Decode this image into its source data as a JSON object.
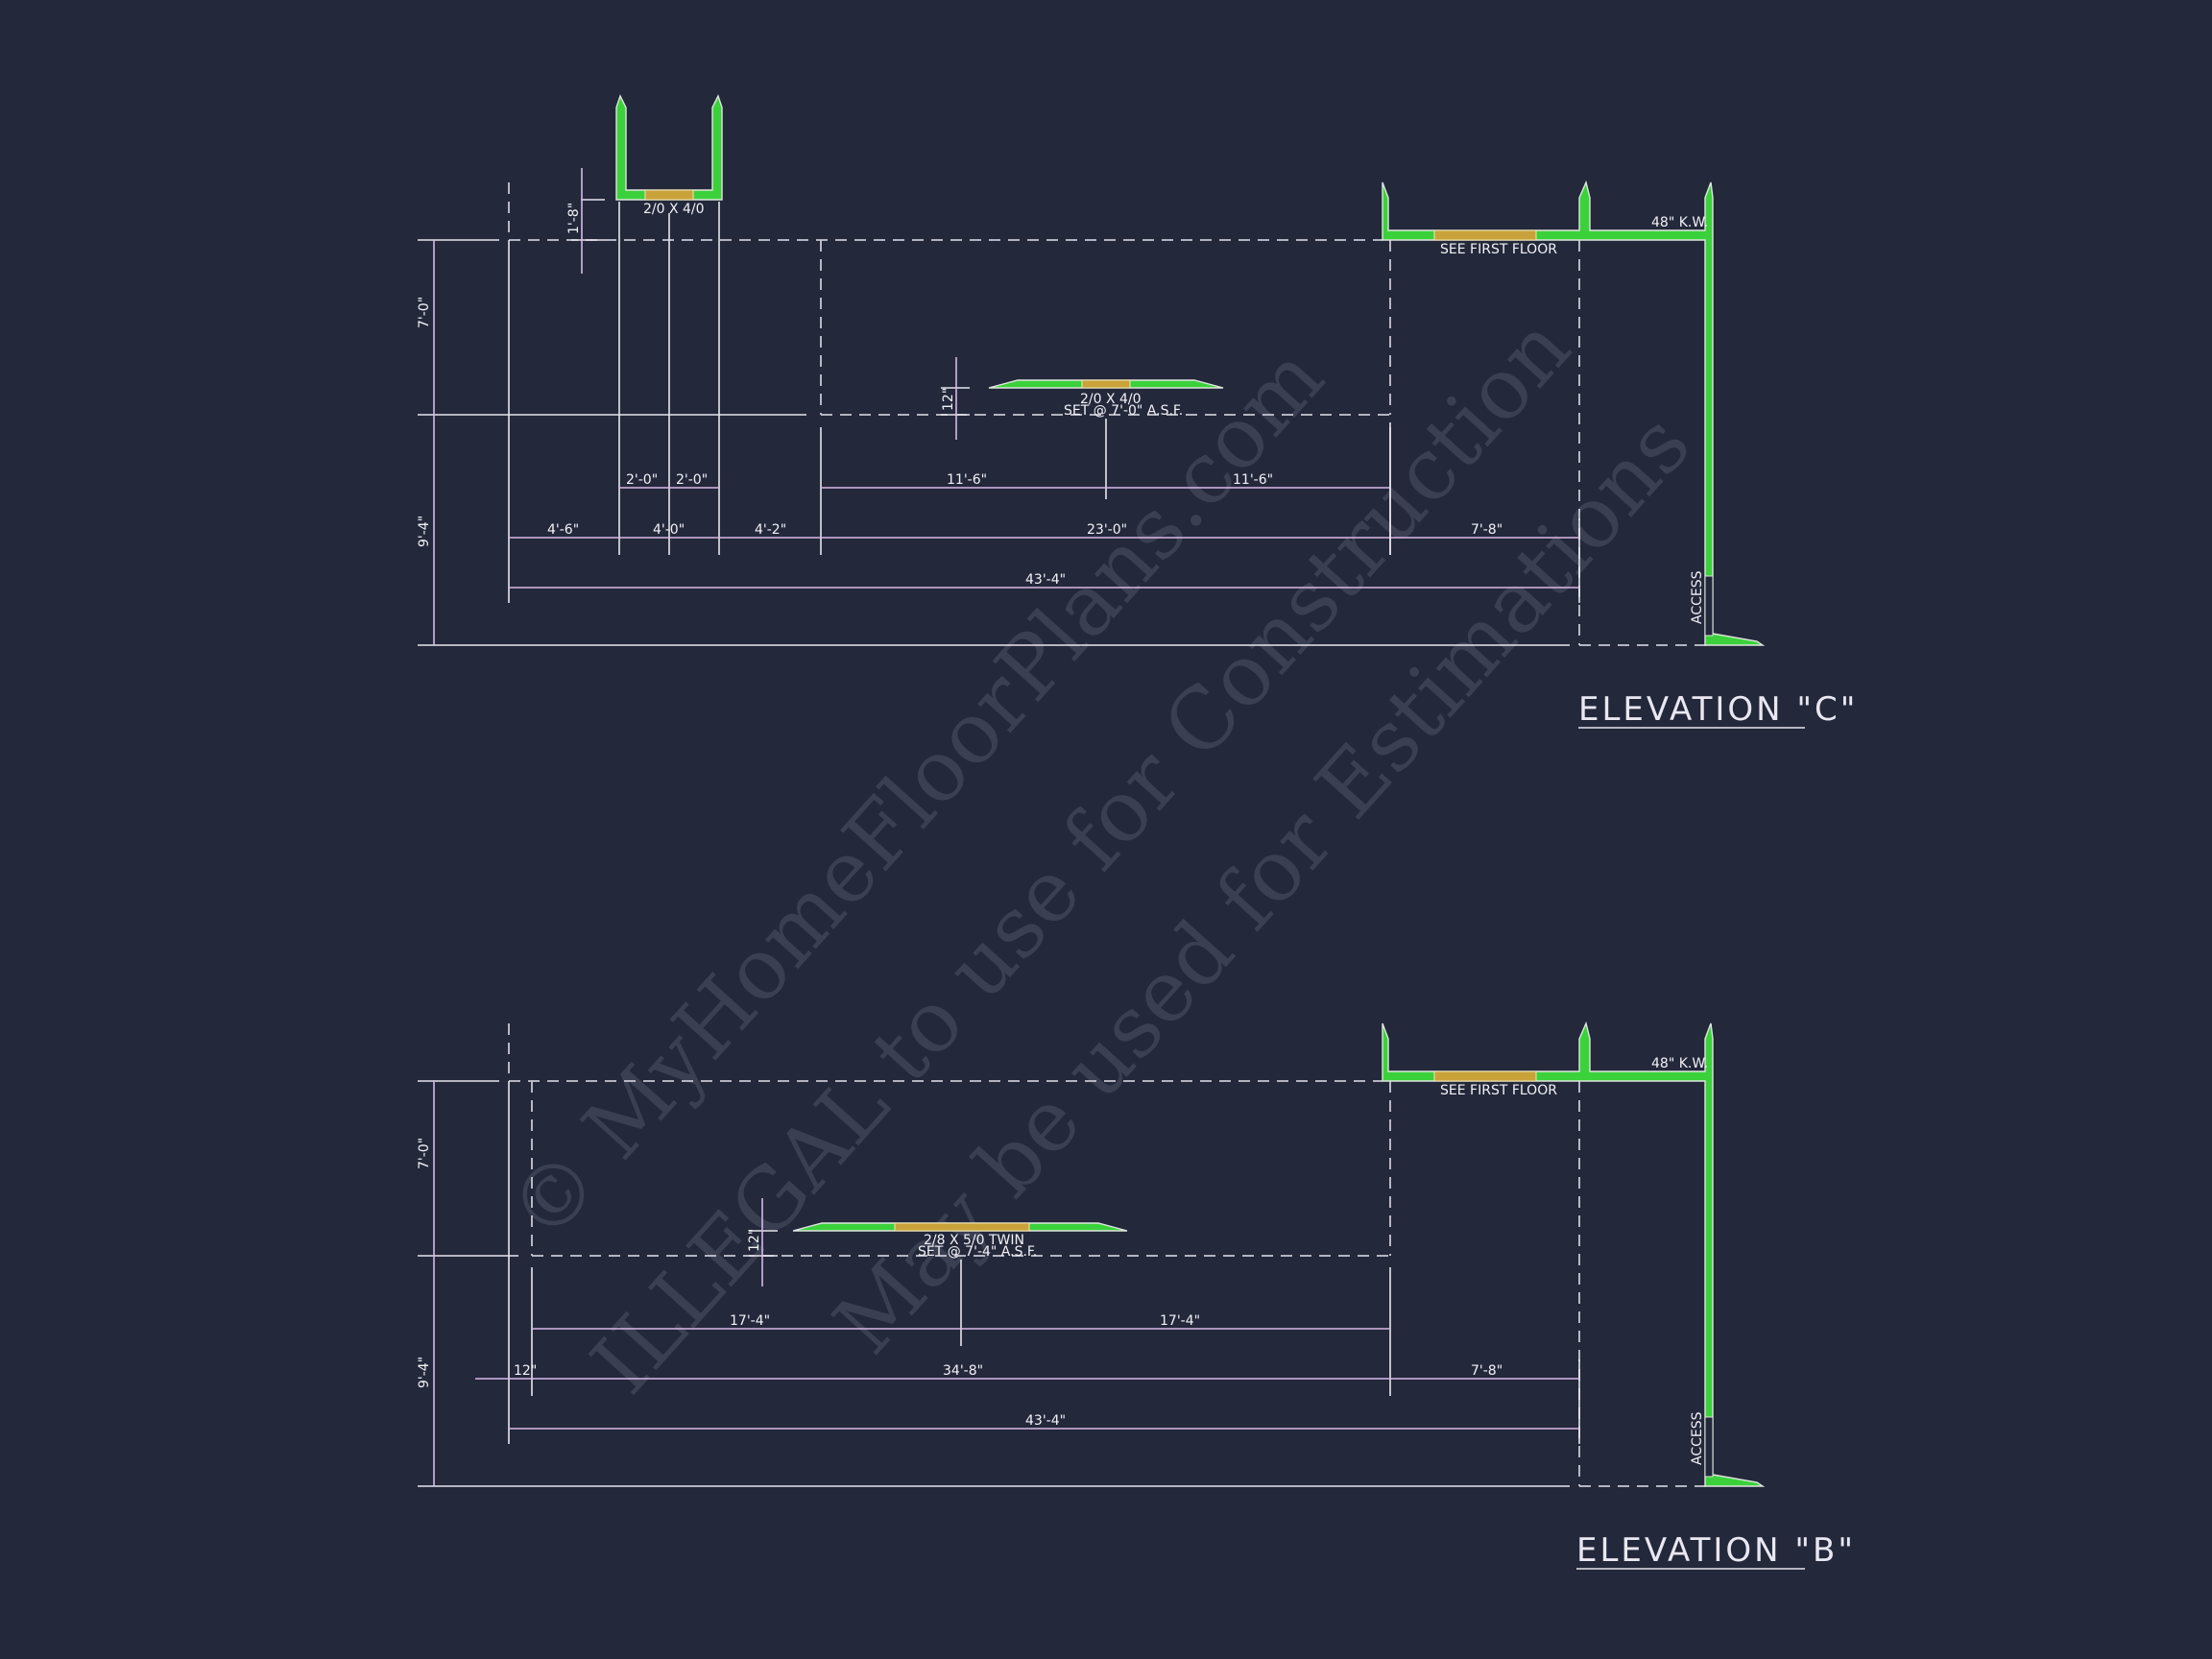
{
  "watermark": {
    "line1": "© MyHomeFloorPlans.com",
    "line2": "ILLEGAL to use for Construction",
    "line3": "May be used for Estimations"
  },
  "elevation_c": {
    "title": "ELEVATION \"C\"",
    "window_top_label": "2/0 X 4/0",
    "window_mid_label": "2/0 X 4/0",
    "window_mid_set": "SET @ 7'-0\" A.S.F.",
    "see_first_floor": "SEE FIRST FLOOR",
    "knee_wall": "48\" K.W.",
    "access": "ACCESS",
    "dims": {
      "top_offset": "1'-8\"",
      "upper_height": "7'-0\"",
      "lower_height": "9'-4\"",
      "sill_offset": "12\"",
      "half_left": "2'-0\"",
      "half_right": "2'-0\"",
      "span_half_left": "11'-6\"",
      "span_half_right": "11'-6\"",
      "seg1": "4'-6\"",
      "seg2": "4'-0\"",
      "seg3": "4'-2\"",
      "seg4": "23'-0\"",
      "seg5": "7'-8\"",
      "overall": "43'-4\""
    }
  },
  "elevation_b": {
    "title": "ELEVATION \"B\"",
    "window_label": "2/8 X 5/0 TWIN",
    "window_set": "SET @ 7'-4\" A.S.F.",
    "see_first_floor": "SEE FIRST FLOOR",
    "knee_wall": "48\" K.W.",
    "access": "ACCESS",
    "dims": {
      "upper_height": "7'-0\"",
      "lower_height": "9'-4\"",
      "sill_offset": "12\"",
      "left_offset": "12\"",
      "span_half_left": "17'-4\"",
      "span_half_right": "17'-4\"",
      "seg_main": "34'-8\"",
      "seg_right": "7'-8\"",
      "overall": "43'-4\""
    }
  }
}
